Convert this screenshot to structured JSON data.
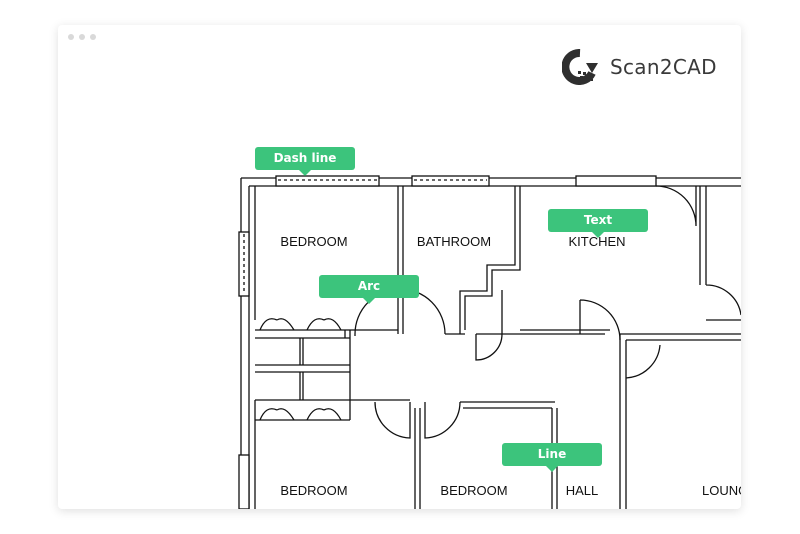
{
  "brand": {
    "name": "Scan2CAD",
    "logo_icon": "scan2cad-logo-icon"
  },
  "window": {
    "controls": [
      "dot",
      "dot",
      "dot"
    ]
  },
  "annotations": [
    {
      "label": "Dash line"
    },
    {
      "label": "Arc"
    },
    {
      "label": "Text"
    },
    {
      "label": "Line"
    }
  ],
  "rooms": [
    "BEDROOM",
    "BATHROOM",
    "KITCHEN",
    "BEDROOM",
    "BEDROOM",
    "HALL",
    "LOUNGE"
  ],
  "colors": {
    "accent": "#3cc47c",
    "text": "#3a3a3a"
  }
}
